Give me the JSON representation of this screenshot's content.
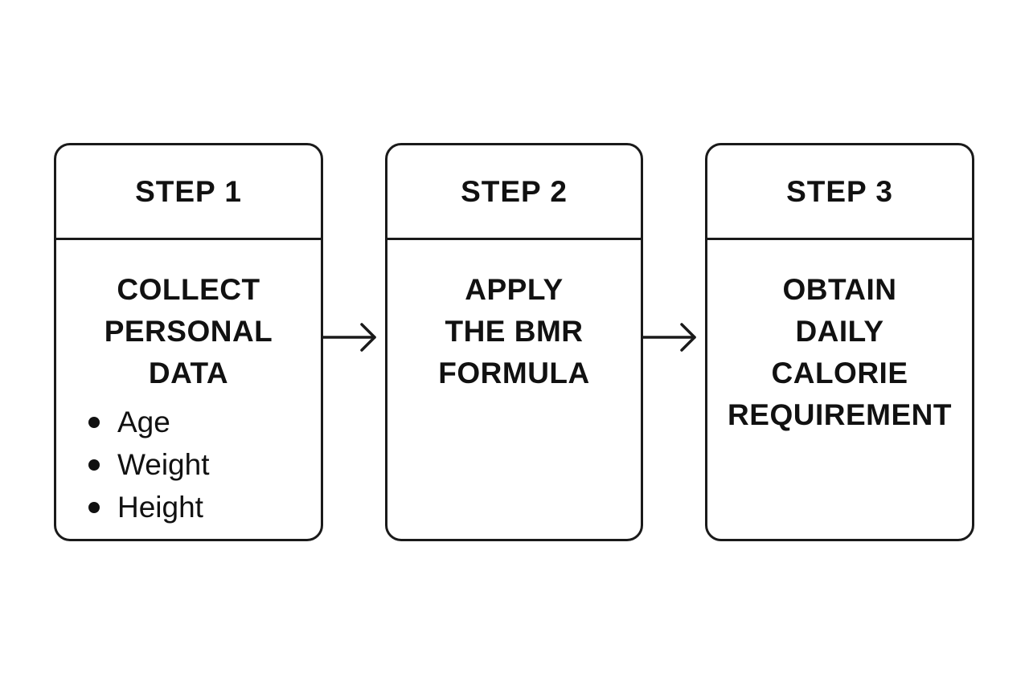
{
  "steps": [
    {
      "label": "STEP 1",
      "title": "COLLECT\nPERSONAL\nDATA",
      "bullets": [
        "Age",
        "Weight",
        "Height"
      ]
    },
    {
      "label": "STEP 2",
      "title": "APPLY\nTHE BMR\nFORMULA"
    },
    {
      "label": "STEP 3",
      "title": "OBTAIN\nDAILY\nCALORIE\nREQUIREMENT"
    }
  ],
  "colors": {
    "stroke": "#1a1a1a",
    "background": "#ffffff",
    "text": "#111111"
  }
}
